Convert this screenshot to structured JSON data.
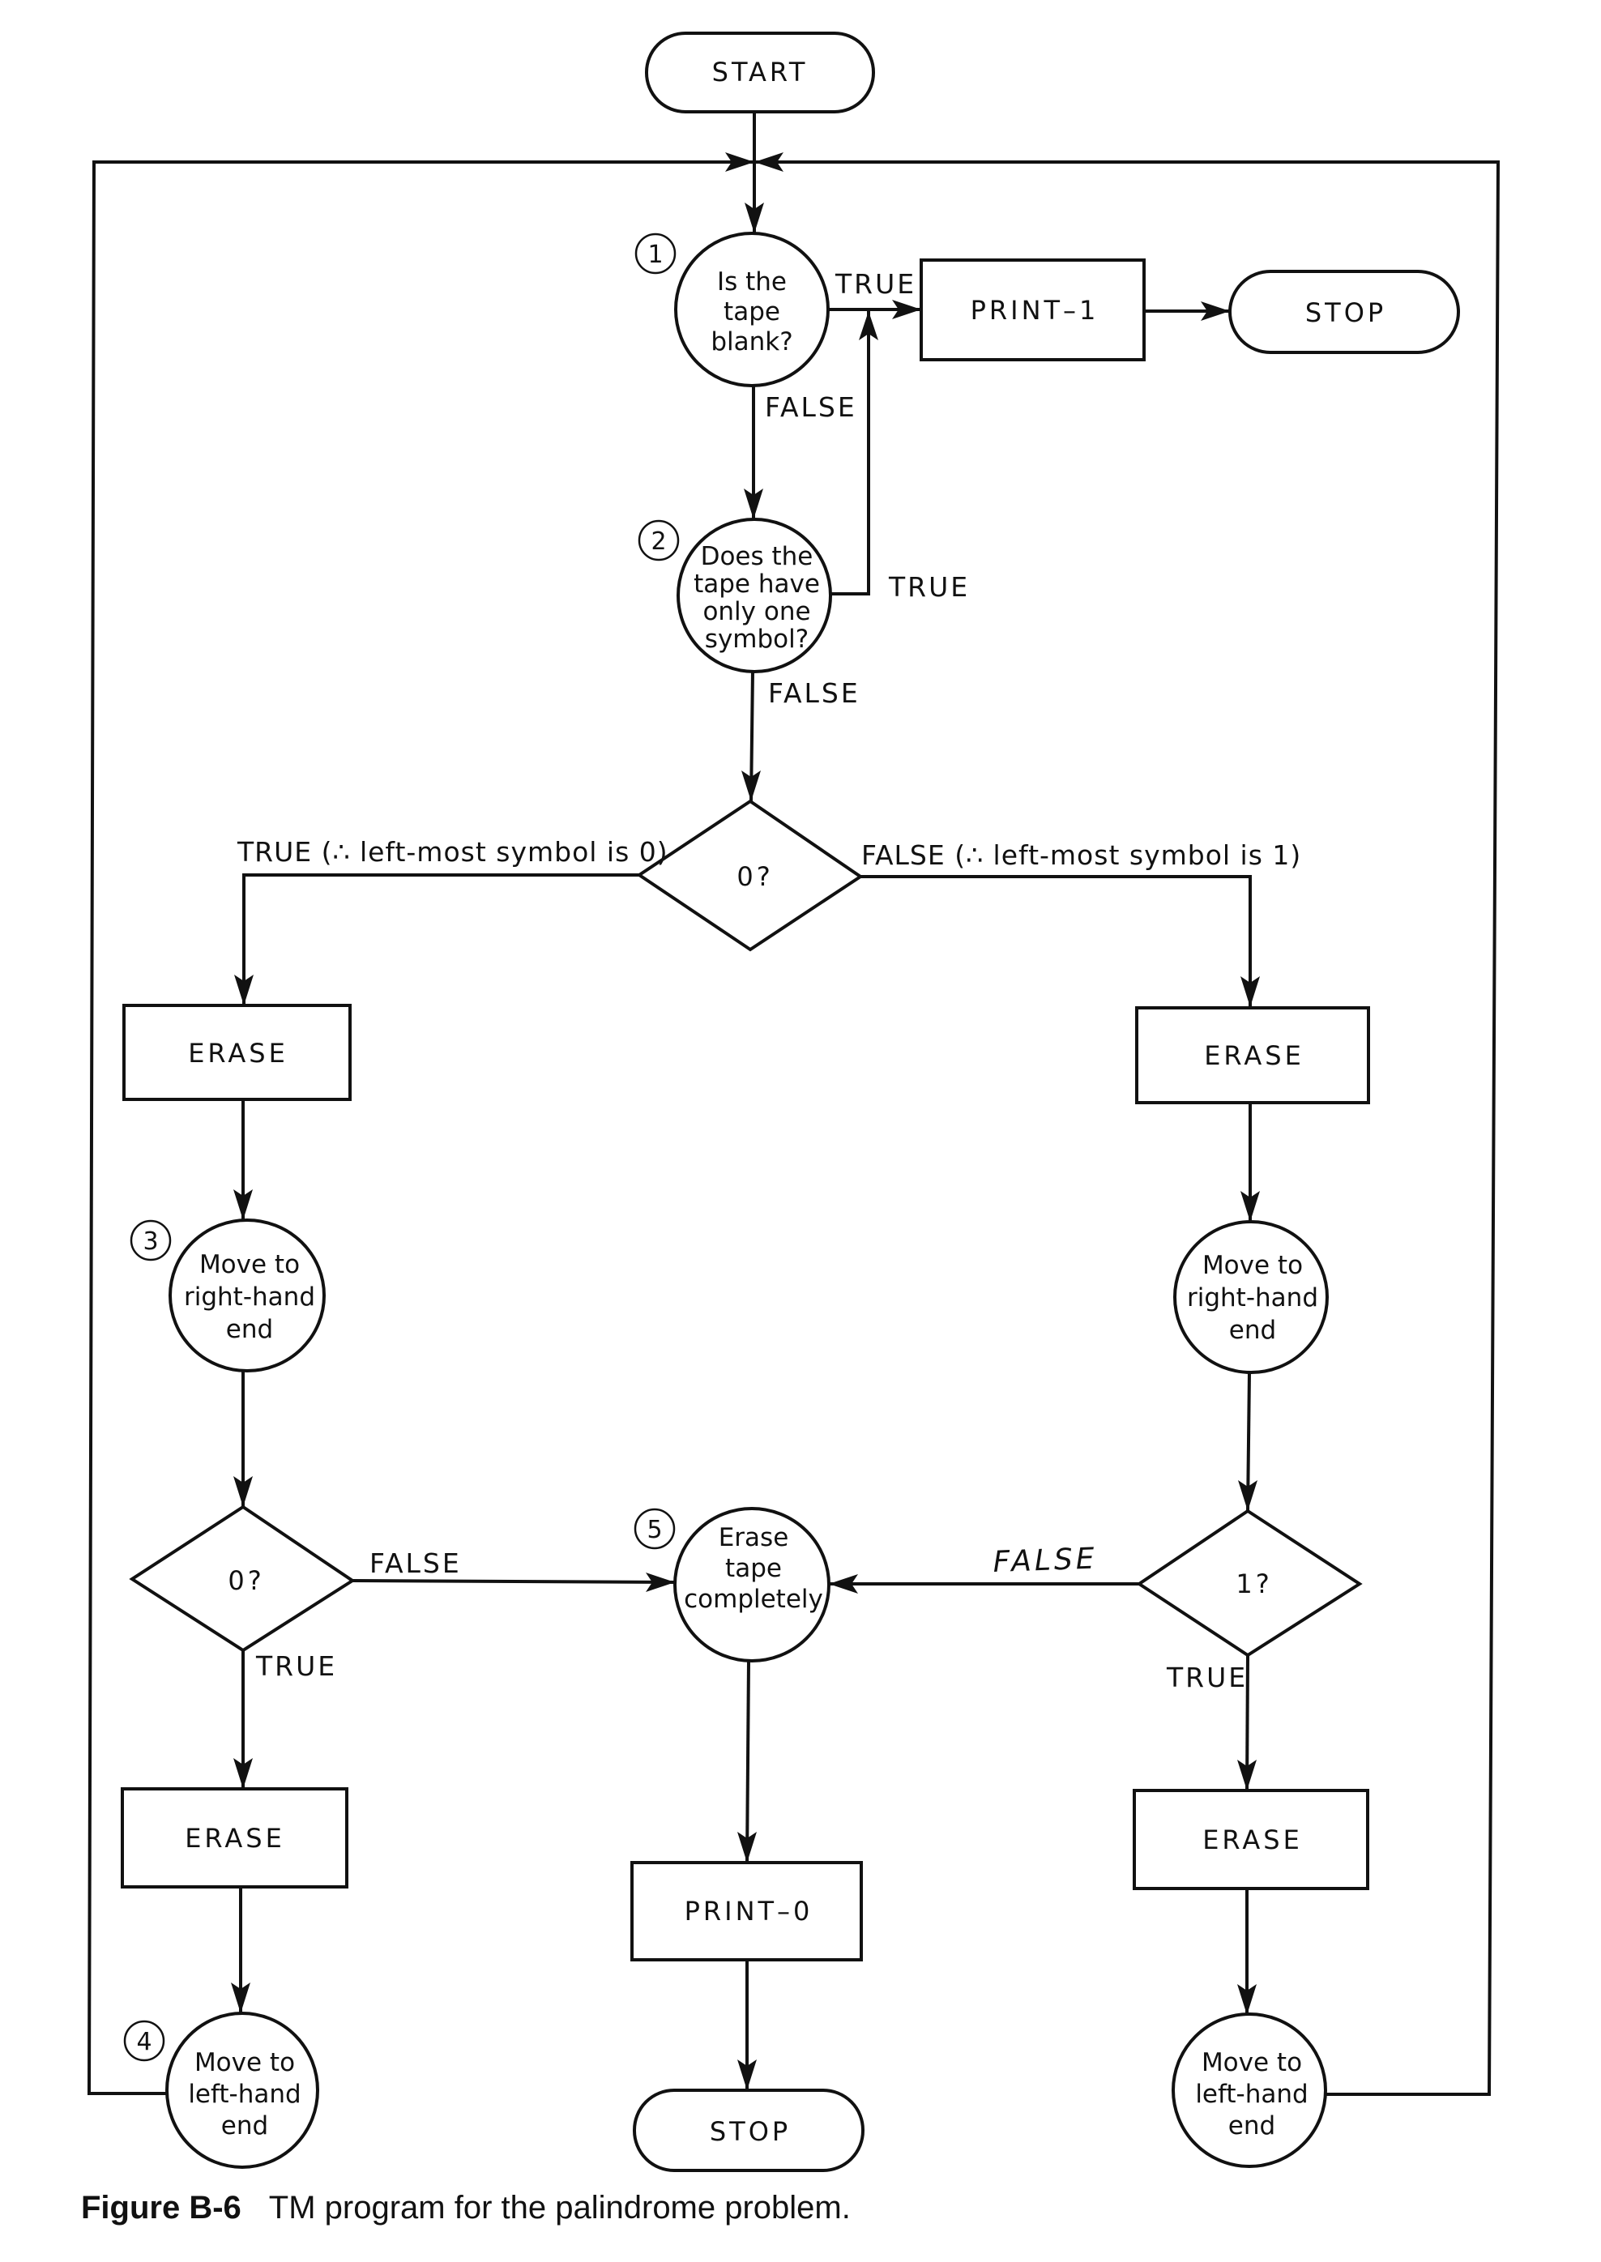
{
  "figure": {
    "caption_label": "Figure B-6",
    "caption_text": "TM program for the palindrome problem."
  },
  "nodes": {
    "start": "START",
    "q1": {
      "badge": "1",
      "lines": [
        "Is the",
        "tape",
        "blank?"
      ]
    },
    "print1": "PRINT–1",
    "stop_top": "STOP",
    "q2": {
      "badge": "2",
      "lines": [
        "Does the",
        "tape have",
        "only one",
        "symbol?"
      ]
    },
    "d_zero": "0?",
    "erase_left_1": "ERASE",
    "erase_right_1": "ERASE",
    "move_right_left": {
      "badge": "3",
      "lines": [
        "Move to",
        "right-hand",
        "end"
      ]
    },
    "move_right_right": {
      "lines": [
        "Move to",
        "right-hand",
        "end"
      ]
    },
    "d_left_zero": "0?",
    "d_right_one": "1?",
    "erase_tape": {
      "badge": "5",
      "lines": [
        "Erase",
        "tape",
        "completely"
      ]
    },
    "erase_left_2": "ERASE",
    "erase_right_2": "ERASE",
    "print0": "PRINT–0",
    "stop_bottom": "STOP",
    "move_left_left": {
      "badge": "4",
      "lines": [
        "Move to",
        "left-hand",
        "end"
      ]
    },
    "move_left_right": {
      "lines": [
        "Move to",
        "left-hand",
        "end"
      ]
    }
  },
  "edge_labels": {
    "q1_true": "TRUE",
    "q1_false": "FALSE",
    "q2_true": "TRUE",
    "q2_false": "FALSE",
    "zero_true": "TRUE (∴ left-most symbol is 0)",
    "zero_false": "FALSE (∴ left-most symbol is 1)",
    "left_zero_false": "FALSE",
    "left_zero_true": "TRUE",
    "right_one_false_handwritten": "FALSE",
    "right_one_true": "TRUE"
  }
}
